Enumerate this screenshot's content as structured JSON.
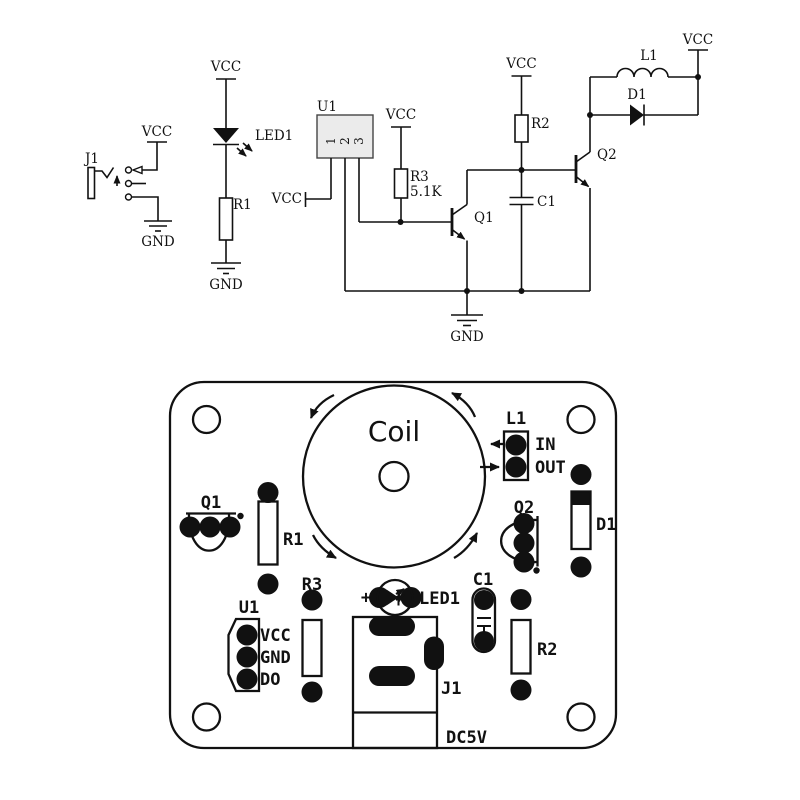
{
  "colors": {
    "ink": "#111111",
    "u1_fill": "#ebebeb",
    "background": "#ffffff"
  },
  "schematic": {
    "power_label": "VCC",
    "ground_label": "GND",
    "components": {
      "j1": "J1",
      "led1": "LED1",
      "r1": "R1",
      "u1": "U1",
      "u1_pins": [
        "1",
        "2",
        "3"
      ],
      "r3": "R3",
      "r3_value": "5.1K",
      "q1": "Q1",
      "r2": "R2",
      "c1": "C1",
      "q2": "Q2",
      "l1": "L1",
      "d1": "D1"
    }
  },
  "pcb": {
    "coil_label": "Coil",
    "l1": {
      "ref": "L1",
      "in": "IN",
      "out": "OUT"
    },
    "q1": "Q1",
    "r1": "R1",
    "r3": "R3",
    "u1": {
      "ref": "U1",
      "pins": [
        "VCC",
        "GND",
        "DO"
      ]
    },
    "led1": {
      "ref": "LED1",
      "polarity": "+"
    },
    "j1": "J1",
    "c1": "C1",
    "r2": "R2",
    "q2": "Q2",
    "d1": "D1",
    "power_label": "DC5V"
  }
}
